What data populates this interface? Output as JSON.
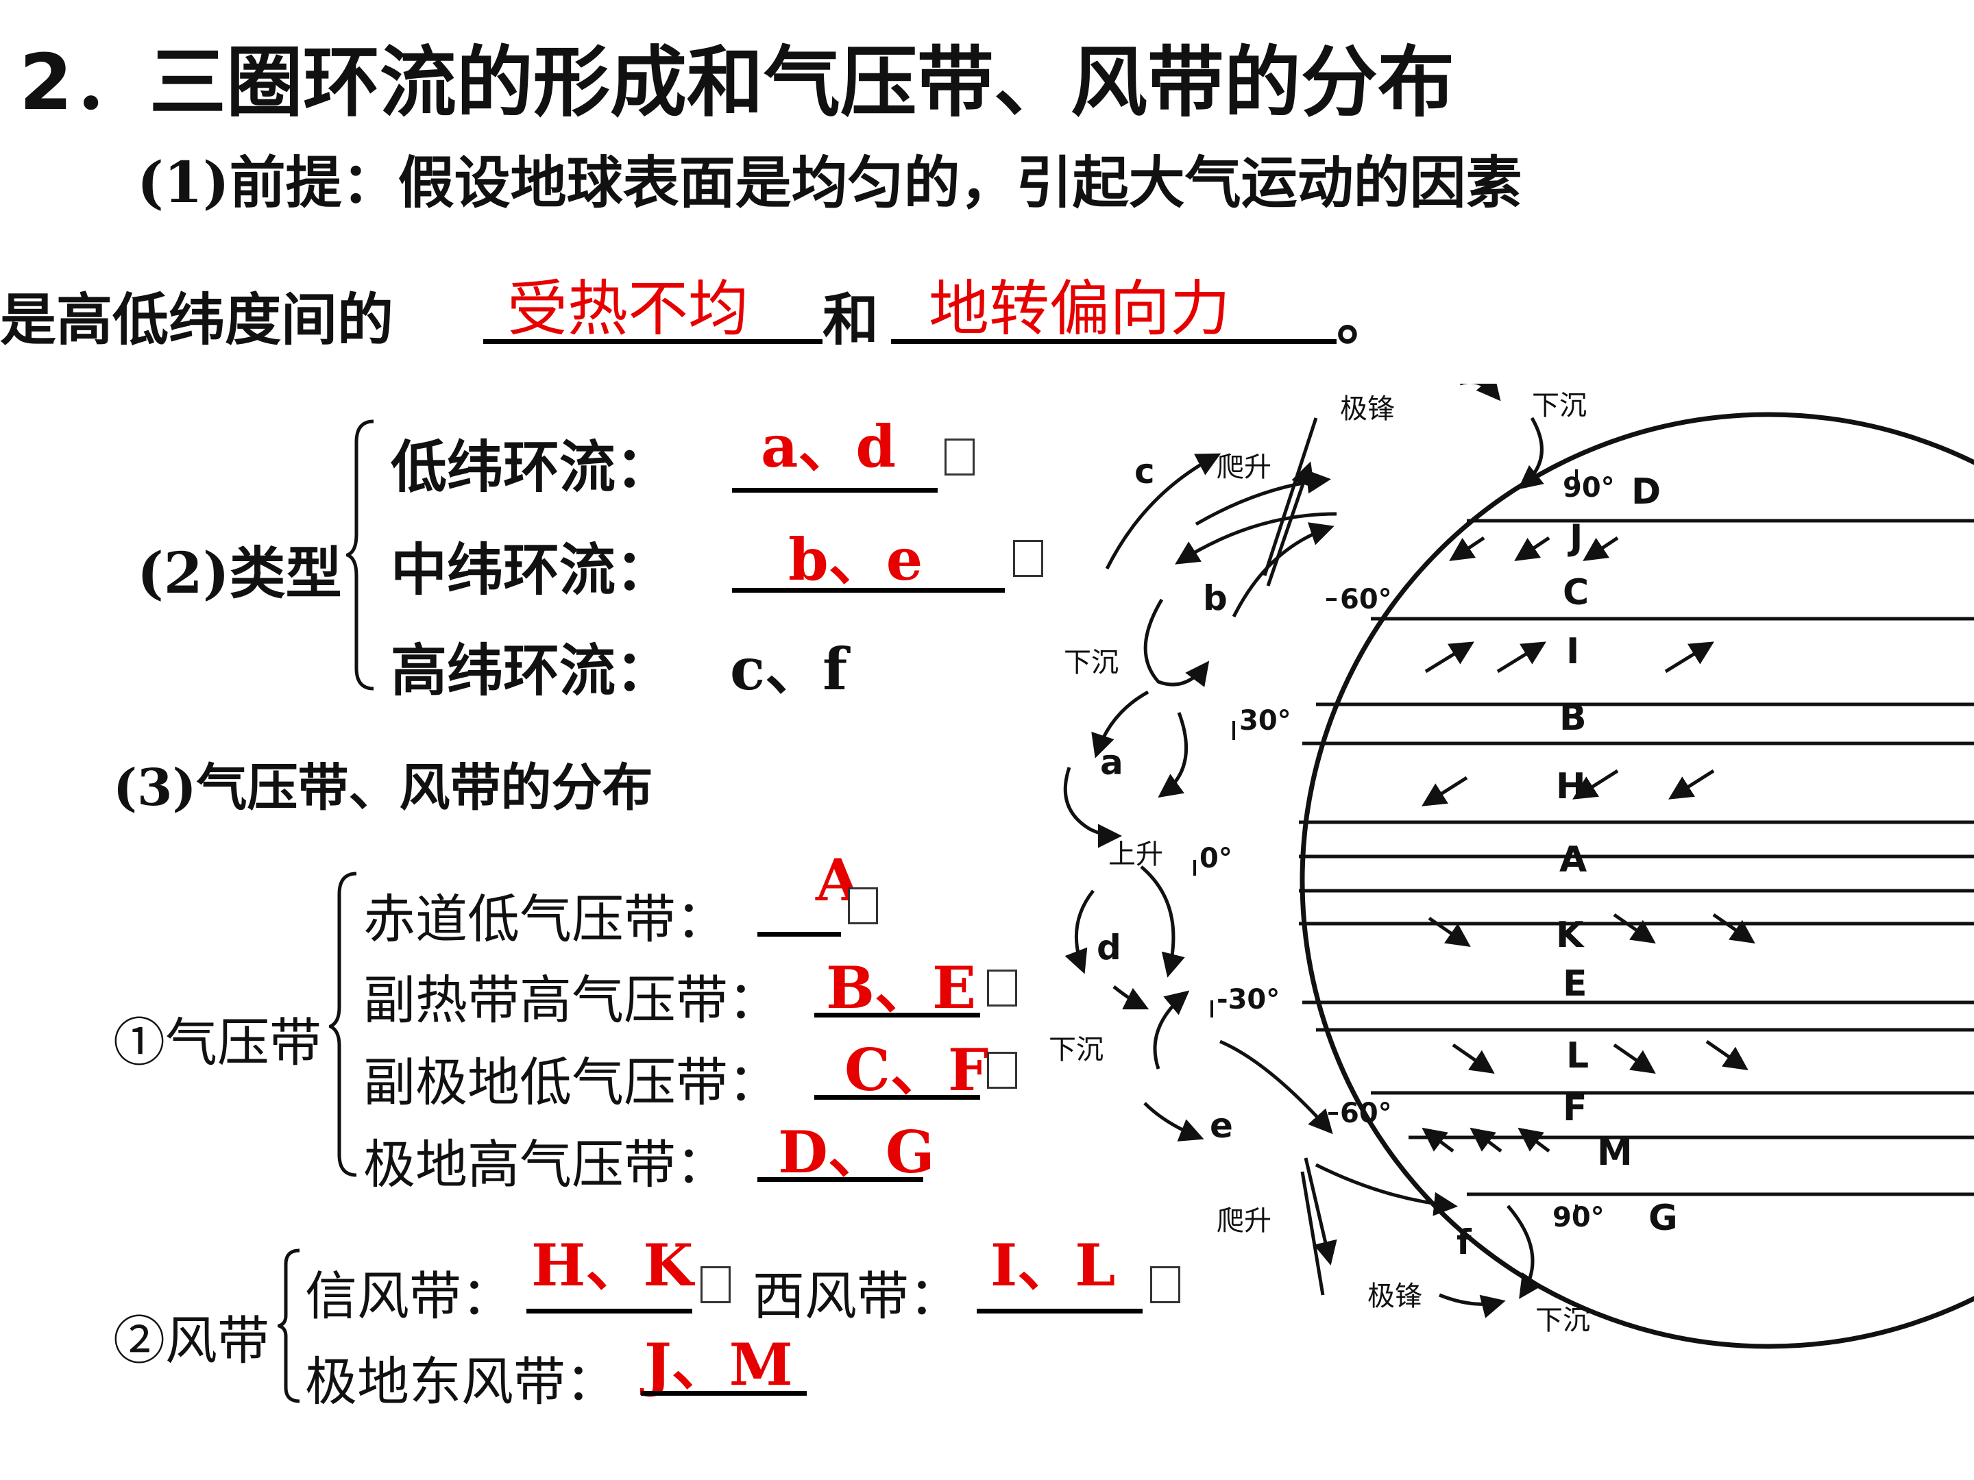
{
  "title": "2．三圈环流的形成和气压带、风带的分布",
  "premise": {
    "line1": "(1)前提：假设地球表面是均匀的，引起大气运动的因素",
    "line2_prefix": "是高低纬度间的",
    "answer1": "受热不均",
    "connector": "和",
    "answer2": "地转偏向力",
    "end": "。"
  },
  "types": {
    "label": "(2)类型",
    "low_label": "低纬环流：",
    "low_answer": "a、d",
    "mid_label": "中纬环流：",
    "mid_answer": "b、e",
    "high_label": "高纬环流：",
    "high_answer": "c、f"
  },
  "distribution_heading": "(3)气压带、风带的分布",
  "pressure": {
    "label": "①气压带",
    "equatorial_label": "赤道低气压带：",
    "equatorial_answer": "A",
    "subtropical_label": "副热带高气压带：",
    "subtropical_answer": "B、E",
    "subpolar_label": "副极地低气压带：",
    "subpolar_answer": "C、F",
    "polar_label": "极地高气压带：",
    "polar_answer": "D、G"
  },
  "winds": {
    "label": "②风带",
    "trade_label": "信风带：",
    "trade_answer": "H、K",
    "westerly_label": "西风带：",
    "westerly_answer": "I、L",
    "polar_east_label": "极地东风带：",
    "polar_east_answer": "J、M"
  },
  "diagram": {
    "band_letters": [
      "D",
      "J",
      "C",
      "I",
      "B",
      "H",
      "A",
      "K",
      "E",
      "L",
      "F",
      "M",
      "G"
    ],
    "latitudes": [
      "90°",
      "60°",
      "30°",
      "0°",
      "-30°",
      "60°",
      "90°"
    ],
    "cells": [
      "c",
      "b",
      "a",
      "d",
      "e",
      "f"
    ],
    "annotations": {
      "polar_front_top": "极锋",
      "sinking_top": "下沉",
      "rising_top": "爬升",
      "sinking_30n": "下沉",
      "rising_eq": "上升",
      "sinking_30s": "下沉",
      "rising_bottom": "爬升",
      "polar_front_bottom": "极锋",
      "sinking_bottom": "下沉"
    }
  },
  "colors": {
    "answer": "#e60000",
    "text": "#111111"
  }
}
